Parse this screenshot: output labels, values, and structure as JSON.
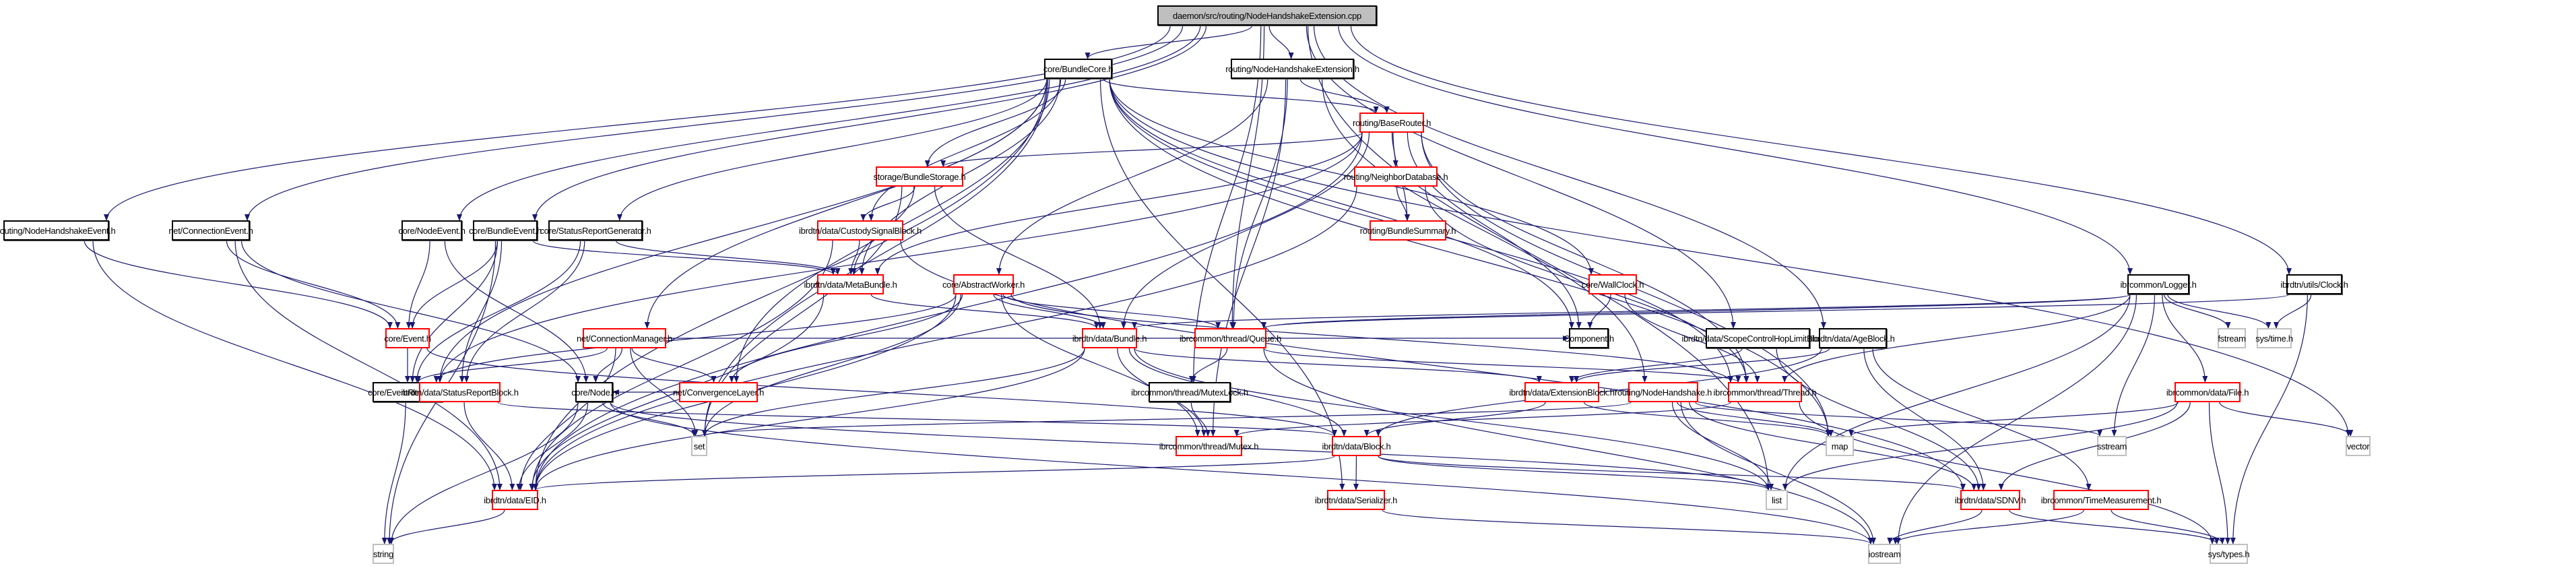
{
  "diagram": {
    "title": "daemon/src/routing/NodeHandshakeExtension.cpp",
    "edge_color": "#191970",
    "legend_colors": {
      "root_fill": "#bfbfbf",
      "documented_border": "#000000",
      "truncated_border": "#ff0000",
      "system_header_border": "#bfbfbf"
    },
    "nodes": [
      {
        "id": "root",
        "label": "daemon/src/routing/NodeHandshakeExtension.cpp",
        "kind": "root"
      },
      {
        "id": "bundlecore",
        "label": "core/BundleCore.h",
        "kind": "normal"
      },
      {
        "id": "nhext",
        "label": "routing/NodeHandshakeExtension.h",
        "kind": "normal"
      },
      {
        "id": "baserouter",
        "label": "routing/BaseRouter.h",
        "kind": "red"
      },
      {
        "id": "bundlestorage",
        "label": "storage/BundleStorage.h",
        "kind": "red"
      },
      {
        "id": "neighbordb",
        "label": "routing/NeighborDatabase.h",
        "kind": "red"
      },
      {
        "id": "bundlesummary",
        "label": "routing/BundleSummary.h",
        "kind": "red"
      },
      {
        "id": "custodysignal",
        "label": "ibrdtn/data/CustodySignalBlock.h",
        "kind": "red"
      },
      {
        "id": "nhevent",
        "label": "routing/NodeHandshakeEvent.h",
        "kind": "normal"
      },
      {
        "id": "connevent",
        "label": "net/ConnectionEvent.h",
        "kind": "normal"
      },
      {
        "id": "nodeevent",
        "label": "core/NodeEvent.h",
        "kind": "normal"
      },
      {
        "id": "bundleevent",
        "label": "core/BundleEvent.h",
        "kind": "normal"
      },
      {
        "id": "statusgen",
        "label": "core/StatusReportGenerator.h",
        "kind": "normal"
      },
      {
        "id": "metabundle",
        "label": "ibrdtn/data/MetaBundle.h",
        "kind": "red"
      },
      {
        "id": "abstractworker",
        "label": "core/AbstractWorker.h",
        "kind": "red"
      },
      {
        "id": "wallclock",
        "label": "core/WallClock.h",
        "kind": "red"
      },
      {
        "id": "logger",
        "label": "ibrcommon/Logger.h",
        "kind": "normal"
      },
      {
        "id": "clock",
        "label": "ibrdtn/utils/Clock.h",
        "kind": "normal"
      },
      {
        "id": "event",
        "label": "core/Event.h",
        "kind": "red"
      },
      {
        "id": "connmgr",
        "label": "net/ConnectionManager.h",
        "kind": "red"
      },
      {
        "id": "eventreceiver",
        "label": "core/EventReceiver.h",
        "kind": "normal"
      },
      {
        "id": "convlayer",
        "label": "net/ConvergenceLayer.h",
        "kind": "red"
      },
      {
        "id": "bundle",
        "label": "ibrdtn/data/Bundle.h",
        "kind": "red"
      },
      {
        "id": "queue",
        "label": "ibrcommon/thread/Queue.h",
        "kind": "red"
      },
      {
        "id": "component",
        "label": "Component.h",
        "kind": "normal"
      },
      {
        "id": "scopehop",
        "label": "ibrdtn/data/ScopeControlHopLimitBlock.h",
        "kind": "normal"
      },
      {
        "id": "ageblock",
        "label": "ibrdtn/data/AgeBlock.h",
        "kind": "normal"
      },
      {
        "id": "fstream",
        "label": "fstream",
        "kind": "gray"
      },
      {
        "id": "systime",
        "label": "sys/time.h",
        "kind": "gray"
      },
      {
        "id": "statusreport",
        "label": "ibrdtn/data/StatusReportBlock.h",
        "kind": "red"
      },
      {
        "id": "node",
        "label": "core/Node.h",
        "kind": "normal"
      },
      {
        "id": "mutexlock",
        "label": "ibrcommon/thread/MutexLock.h",
        "kind": "normal"
      },
      {
        "id": "extblock",
        "label": "ibrdtn/data/ExtensionBlock.h",
        "kind": "red"
      },
      {
        "id": "nodehandshake",
        "label": "routing/NodeHandshake.h",
        "kind": "red"
      },
      {
        "id": "thread",
        "label": "ibrcommon/thread/Thread.h",
        "kind": "red"
      },
      {
        "id": "file",
        "label": "ibrcommon/data/File.h",
        "kind": "red"
      },
      {
        "id": "set",
        "label": "set",
        "kind": "gray"
      },
      {
        "id": "mutex",
        "label": "ibrcommon/thread/Mutex.h",
        "kind": "red"
      },
      {
        "id": "block",
        "label": "ibrdtn/data/Block.h",
        "kind": "red"
      },
      {
        "id": "map",
        "label": "map",
        "kind": "gray"
      },
      {
        "id": "sstream",
        "label": "sstream",
        "kind": "gray"
      },
      {
        "id": "vector",
        "label": "vector",
        "kind": "gray"
      },
      {
        "id": "eid",
        "label": "ibrdtn/data/EID.h",
        "kind": "red"
      },
      {
        "id": "list",
        "label": "list",
        "kind": "gray"
      },
      {
        "id": "sdnv",
        "label": "ibrdtn/data/SDNV.h",
        "kind": "red"
      },
      {
        "id": "timemeas",
        "label": "ibrcommon/TimeMeasurement.h",
        "kind": "red"
      },
      {
        "id": "serializer",
        "label": "ibrdtn/data/Serializer.h",
        "kind": "red"
      },
      {
        "id": "string",
        "label": "string",
        "kind": "gray"
      },
      {
        "id": "iostream",
        "label": "iostream",
        "kind": "gray"
      },
      {
        "id": "systypes",
        "label": "sys/types.h",
        "kind": "gray"
      }
    ],
    "edges": [
      [
        "root",
        "bundlecore"
      ],
      [
        "root",
        "nhext"
      ],
      [
        "root",
        "nhevent"
      ],
      [
        "root",
        "connevent"
      ],
      [
        "root",
        "nodeevent"
      ],
      [
        "root",
        "bundleevent"
      ],
      [
        "root",
        "logger"
      ],
      [
        "root",
        "clock"
      ],
      [
        "root",
        "scopehop"
      ],
      [
        "root",
        "ageblock"
      ],
      [
        "root",
        "queue"
      ],
      [
        "root",
        "mutexlock"
      ],
      [
        "root",
        "list"
      ],
      [
        "bundlecore",
        "baserouter"
      ],
      [
        "bundlecore",
        "bundlestorage"
      ],
      [
        "bundlecore",
        "custodysignal"
      ],
      [
        "bundlecore",
        "statusgen"
      ],
      [
        "bundlecore",
        "metabundle"
      ],
      [
        "bundlecore",
        "connmgr"
      ],
      [
        "bundlecore",
        "convlayer"
      ],
      [
        "bundlecore",
        "wallclock"
      ],
      [
        "bundlecore",
        "component"
      ],
      [
        "bundlecore",
        "eventreceiver"
      ],
      [
        "bundlecore",
        "eid"
      ],
      [
        "bundlecore",
        "set"
      ],
      [
        "bundlecore",
        "thread"
      ],
      [
        "bundlecore",
        "vector"
      ],
      [
        "bundlecore",
        "serializer"
      ],
      [
        "bundlecore",
        "map"
      ],
      [
        "nhext",
        "baserouter"
      ],
      [
        "nhext",
        "abstractworker"
      ],
      [
        "nhext",
        "nodehandshake"
      ],
      [
        "nhext",
        "queue"
      ],
      [
        "nhext",
        "mutex"
      ],
      [
        "baserouter",
        "bundlestorage"
      ],
      [
        "baserouter",
        "neighbordb"
      ],
      [
        "baserouter",
        "bundlesummary"
      ],
      [
        "baserouter",
        "metabundle"
      ],
      [
        "baserouter",
        "eventreceiver"
      ],
      [
        "baserouter",
        "component"
      ],
      [
        "baserouter",
        "eid"
      ],
      [
        "baserouter",
        "thread"
      ],
      [
        "baserouter",
        "map"
      ],
      [
        "baserouter",
        "bundle"
      ],
      [
        "bundlestorage",
        "custodysignal"
      ],
      [
        "bundlestorage",
        "metabundle"
      ],
      [
        "bundlestorage",
        "bundle"
      ],
      [
        "bundlestorage",
        "set"
      ],
      [
        "neighbordb",
        "bundlesummary"
      ],
      [
        "neighbordb",
        "eid"
      ],
      [
        "neighbordb",
        "thread"
      ],
      [
        "custodysignal",
        "metabundle"
      ],
      [
        "custodysignal",
        "eid"
      ],
      [
        "custodysignal",
        "sdnv"
      ],
      [
        "nhevent",
        "event"
      ],
      [
        "nhevent",
        "eid"
      ],
      [
        "connevent",
        "event"
      ],
      [
        "connevent",
        "node"
      ],
      [
        "connevent",
        "eid"
      ],
      [
        "nodeevent",
        "event"
      ],
      [
        "nodeevent",
        "node"
      ],
      [
        "bundleevent",
        "event"
      ],
      [
        "bundleevent",
        "eventreceiver"
      ],
      [
        "bundleevent",
        "statusreport"
      ],
      [
        "bundleevent",
        "metabundle"
      ],
      [
        "bundleevent",
        "string"
      ],
      [
        "statusgen",
        "eventreceiver"
      ],
      [
        "statusgen",
        "statusreport"
      ],
      [
        "statusgen",
        "metabundle"
      ],
      [
        "metabundle",
        "bundle"
      ],
      [
        "metabundle",
        "eid"
      ],
      [
        "abstractworker",
        "bundle"
      ],
      [
        "abstractworker",
        "queue"
      ],
      [
        "abstractworker",
        "eventreceiver"
      ],
      [
        "abstractworker",
        "convlayer"
      ],
      [
        "abstractworker",
        "thread"
      ],
      [
        "abstractworker",
        "eid"
      ],
      [
        "abstractworker",
        "set"
      ],
      [
        "abstractworker",
        "mutex"
      ],
      [
        "wallclock",
        "component"
      ],
      [
        "wallclock",
        "thread"
      ],
      [
        "logger",
        "fstream"
      ],
      [
        "logger",
        "systime"
      ],
      [
        "logger",
        "file"
      ],
      [
        "logger",
        "thread"
      ],
      [
        "logger",
        "bundle"
      ],
      [
        "logger",
        "sstream"
      ],
      [
        "logger",
        "list"
      ],
      [
        "logger",
        "iostream"
      ],
      [
        "logger",
        "queue"
      ],
      [
        "clock",
        "systime"
      ],
      [
        "clock",
        "systypes"
      ],
      [
        "clock",
        "queue"
      ],
      [
        "event",
        "eventreceiver"
      ],
      [
        "event",
        "block"
      ],
      [
        "connmgr",
        "eventreceiver"
      ],
      [
        "connmgr",
        "convlayer"
      ],
      [
        "connmgr",
        "node"
      ],
      [
        "connmgr",
        "eid"
      ],
      [
        "connmgr",
        "set"
      ],
      [
        "connmgr",
        "component"
      ],
      [
        "eventreceiver",
        "string"
      ],
      [
        "convlayer",
        "node"
      ],
      [
        "bundle",
        "block"
      ],
      [
        "bundle",
        "eid"
      ],
      [
        "bundle",
        "set"
      ],
      [
        "bundle",
        "mutex"
      ],
      [
        "bundle",
        "list"
      ],
      [
        "bundle",
        "extblock"
      ],
      [
        "queue",
        "mutexlock"
      ],
      [
        "queue",
        "thread"
      ],
      [
        "queue",
        "iostream"
      ],
      [
        "scopehop",
        "extblock"
      ],
      [
        "scopehop",
        "sdnv"
      ],
      [
        "ageblock",
        "extblock"
      ],
      [
        "ageblock",
        "sdnv"
      ],
      [
        "ageblock",
        "timemeas"
      ],
      [
        "ageblock",
        "block"
      ],
      [
        "statusreport",
        "eid"
      ],
      [
        "statusreport",
        "block"
      ],
      [
        "node",
        "eid"
      ],
      [
        "node",
        "set"
      ],
      [
        "node",
        "string"
      ],
      [
        "node",
        "list"
      ],
      [
        "node",
        "iostream"
      ],
      [
        "mutexlock",
        "mutex"
      ],
      [
        "extblock",
        "block"
      ],
      [
        "extblock",
        "map"
      ],
      [
        "nodehandshake",
        "map"
      ],
      [
        "nodehandshake",
        "set"
      ],
      [
        "nodehandshake",
        "list"
      ],
      [
        "nodehandshake",
        "sdnv"
      ],
      [
        "nodehandshake",
        "iostream"
      ],
      [
        "nodehandshake",
        "sstream"
      ],
      [
        "thread",
        "mutex"
      ],
      [
        "thread",
        "systypes"
      ],
      [
        "file",
        "list"
      ],
      [
        "file",
        "sdnv"
      ],
      [
        "file",
        "vector"
      ],
      [
        "file",
        "systypes"
      ],
      [
        "file",
        "map"
      ],
      [
        "block",
        "eid"
      ],
      [
        "block",
        "serializer"
      ],
      [
        "block",
        "list"
      ],
      [
        "block",
        "sdnv"
      ],
      [
        "eid",
        "string"
      ],
      [
        "sdnv",
        "iostream"
      ],
      [
        "sdnv",
        "systypes"
      ],
      [
        "timemeas",
        "iostream"
      ],
      [
        "timemeas",
        "systypes"
      ],
      [
        "serializer",
        "iostream"
      ]
    ]
  }
}
